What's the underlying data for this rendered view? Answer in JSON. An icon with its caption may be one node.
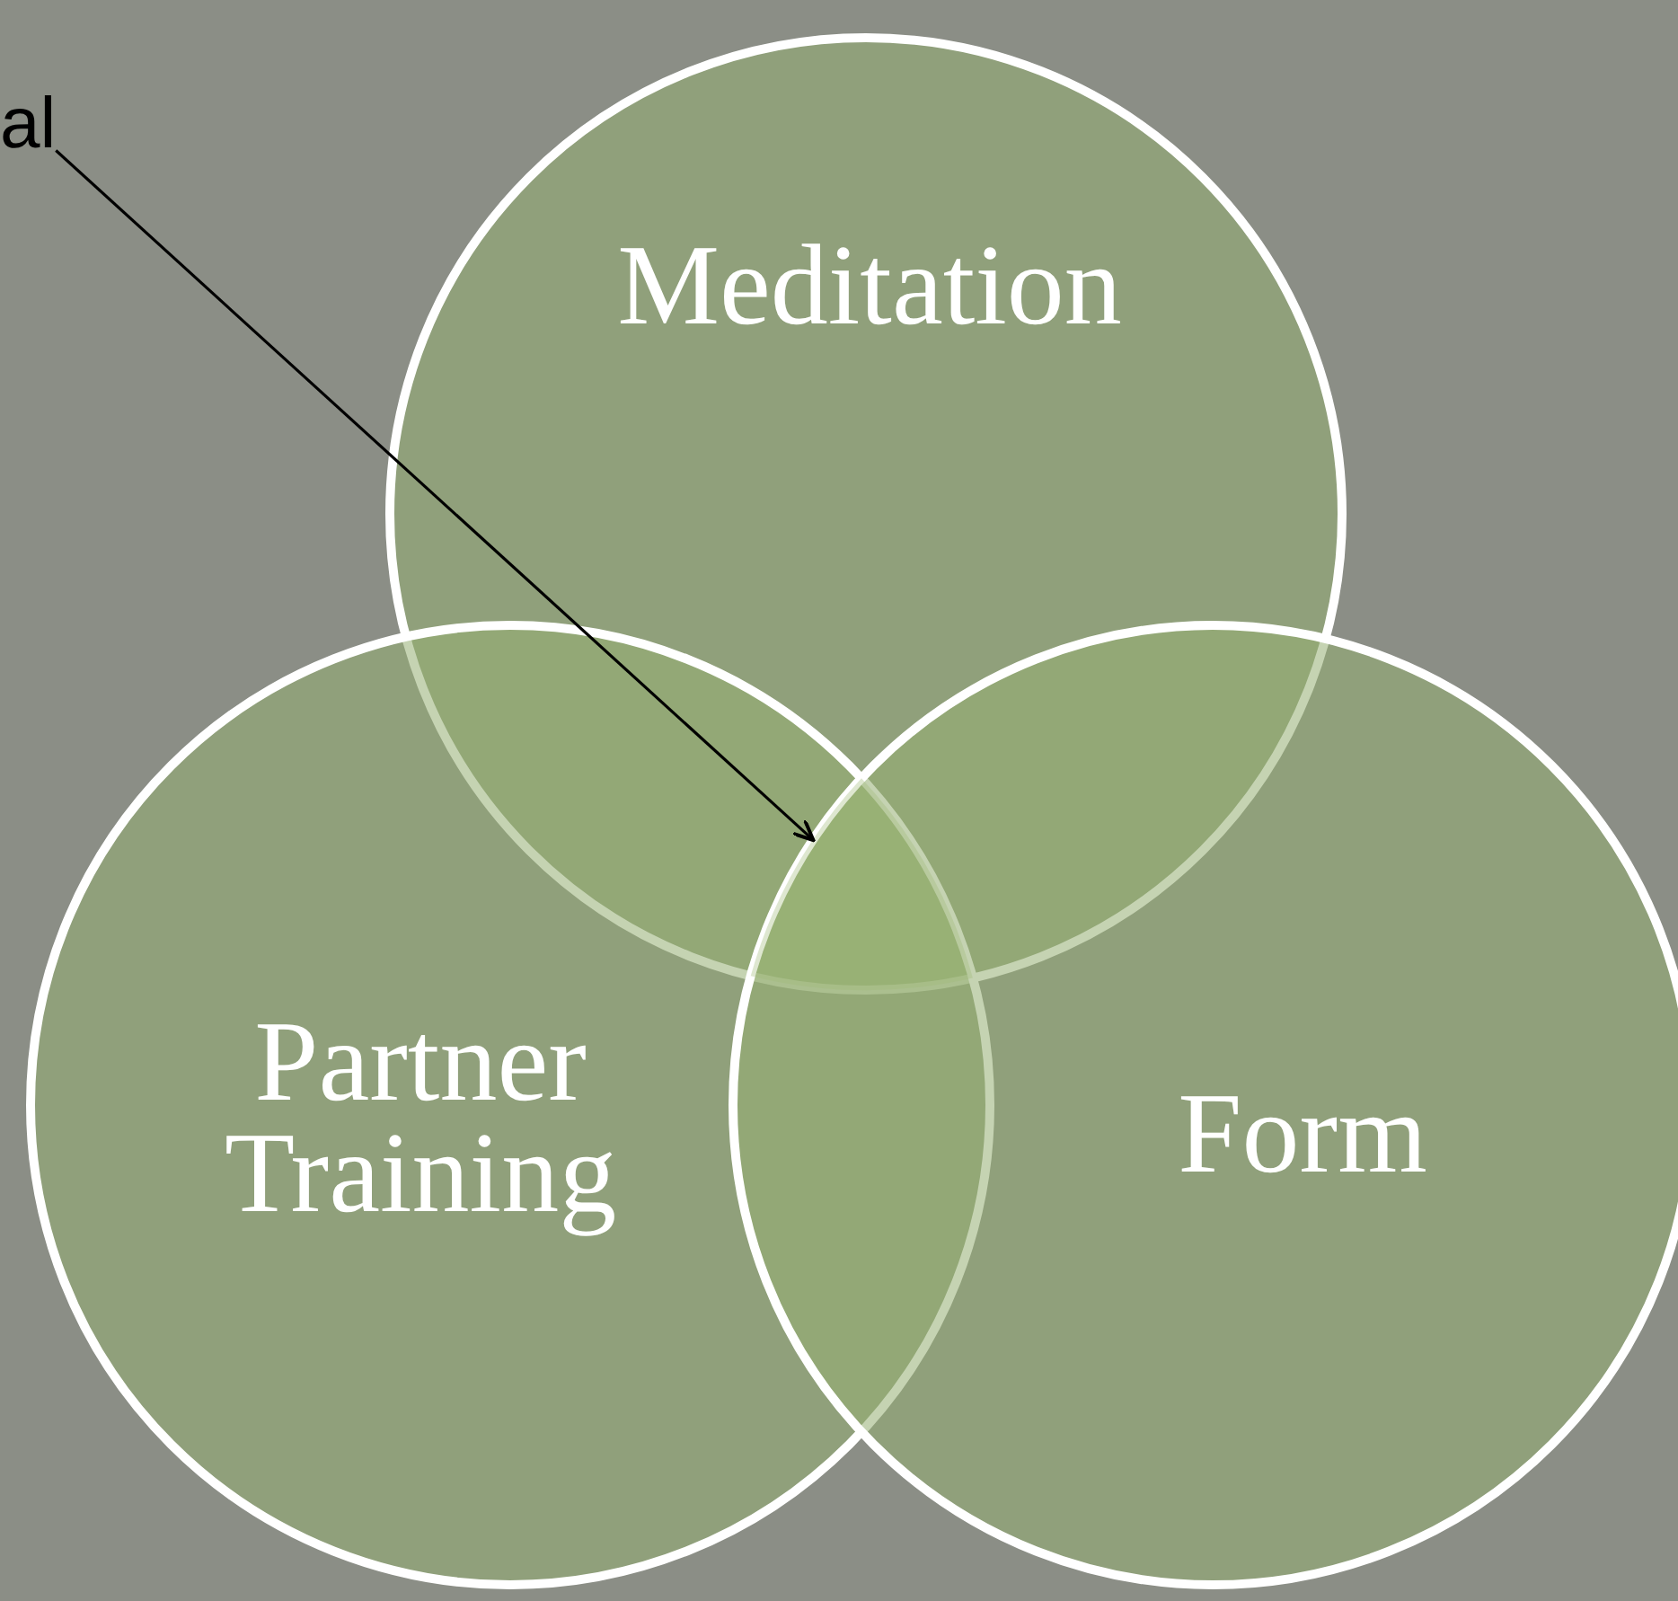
{
  "diagram": {
    "nodes": [
      {
        "text": [
          "al"
        ]
      },
      {
        "text": [
          "Meditation"
        ]
      },
      {
        "text": [
          "Partner Training"
        ]
      },
      {
        "text": [
          "Form"
        ]
      },
      {
        "text": [],
        "shape": "region"
      }
    ],
    "edges": [
      {
        "from": 0,
        "to": 4,
        "arrow": "to"
      }
    ]
  }
}
